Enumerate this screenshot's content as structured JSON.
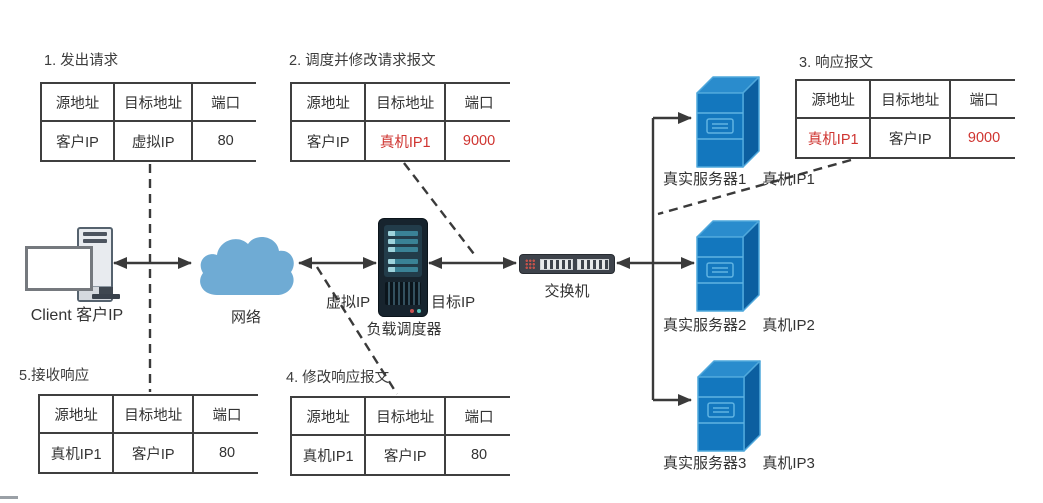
{
  "tables": [
    {
      "title": "1. 发出请求",
      "headers": [
        "源地址",
        "目标地址",
        "端口"
      ],
      "cells": [
        "客户IP",
        "虚拟IP",
        "80"
      ]
    },
    {
      "title": "2. 调度并修改请求报文",
      "headers": [
        "源地址",
        "目标地址",
        "端口"
      ],
      "cells": [
        "客户IP",
        "真机IP1",
        "9000"
      ]
    },
    {
      "title": "3. 响应报文",
      "headers": [
        "源地址",
        "目标地址",
        "端口"
      ],
      "cells": [
        "真机IP1",
        "客户IP",
        "9000"
      ]
    },
    {
      "title": "4. 修改响应报文",
      "headers": [
        "源地址",
        "目标地址",
        "端口"
      ],
      "cells": [
        "真机IP1",
        "客户IP",
        "80"
      ]
    },
    {
      "title": "5.接收响应",
      "headers": [
        "源地址",
        "目标地址",
        "端口"
      ],
      "cells": [
        "真机IP1",
        "客户IP",
        "80"
      ]
    }
  ],
  "nodes": {
    "client": {
      "label": "Client 客户IP"
    },
    "network": {
      "label": "网络"
    },
    "load_balancer": {
      "label": "负载调度器",
      "left_ip_label": "虚拟IP",
      "right_ip_label": "目标IP"
    },
    "switch": {
      "label": "交换机"
    },
    "servers": [
      {
        "name": "真实服务器1",
        "ip": "真机IP1"
      },
      {
        "name": "真实服务器2",
        "ip": "真机IP2"
      },
      {
        "name": "真实服务器3",
        "ip": "真机IP3"
      }
    ]
  },
  "colors": {
    "highlight_red": "#CF3430",
    "server_blue": "#1377BE",
    "cloud_blue": "#6FABD4",
    "balancer_dark": "#17242E",
    "line_dark": "#3A3A3A"
  }
}
